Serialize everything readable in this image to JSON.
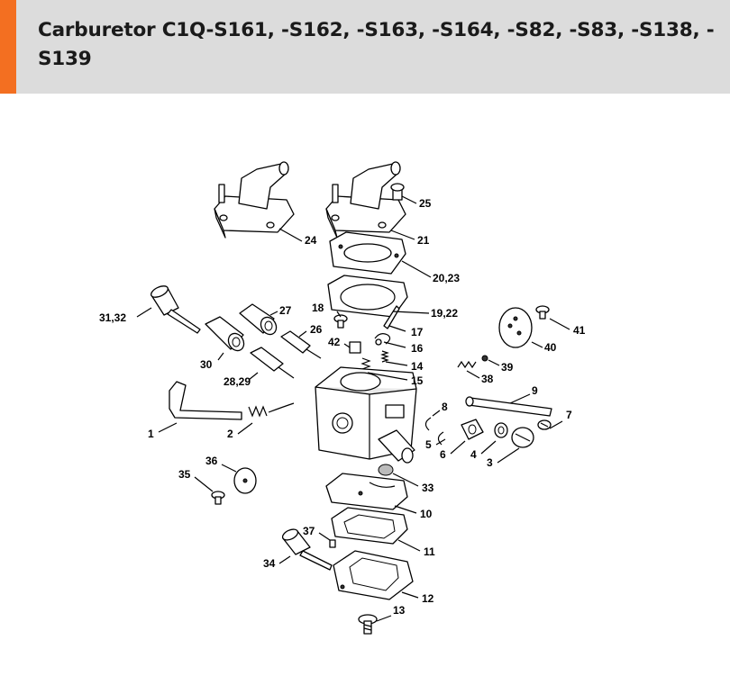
{
  "header": {
    "title": "Carburetor C1Q-S161, -S162, -S163, -S164, -S82, -S83, -S138, -S139",
    "accent_color": "#f36f21",
    "background_color": "#dcdcdc"
  },
  "diagram": {
    "callouts": [
      "24",
      "25",
      "21",
      "20,23",
      "19,22",
      "18",
      "17",
      "16",
      "27",
      "31,32",
      "26",
      "42",
      "14",
      "15",
      "30",
      "28,29",
      "40",
      "41",
      "39",
      "38",
      "9",
      "7",
      "8",
      "1",
      "2",
      "5",
      "6",
      "4",
      "3",
      "36",
      "33",
      "35",
      "10",
      "37",
      "11",
      "34",
      "12",
      "13"
    ]
  }
}
